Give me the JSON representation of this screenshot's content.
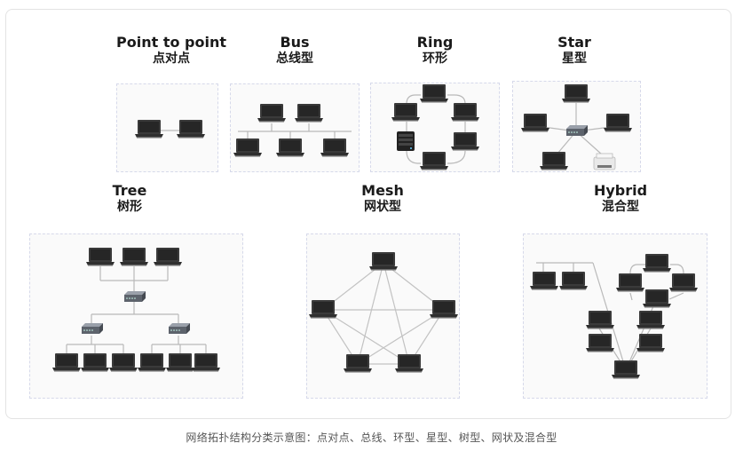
{
  "topologies": [
    {
      "key": "p2p",
      "en": "Point to point",
      "cn": "点对点"
    },
    {
      "key": "bus",
      "en": "Bus",
      "cn": "总线型"
    },
    {
      "key": "ring",
      "en": "Ring",
      "cn": "环形"
    },
    {
      "key": "star",
      "en": "Star",
      "cn": "星型"
    },
    {
      "key": "tree",
      "en": "Tree",
      "cn": "树形"
    },
    {
      "key": "mesh",
      "en": "Mesh",
      "cn": "网状型"
    },
    {
      "key": "hybrid",
      "en": "Hybrid",
      "cn": "混合型"
    }
  ],
  "caption": "网络拓扑结构分类示意图：点对点、总线、环型、星型、树型、网状及混合型",
  "colors": {
    "laptop_body": "#3a3a3a",
    "laptop_screen": "#2b2b2b",
    "link": "#b9b9b9",
    "switch": "#6b7078",
    "panel_border": "#d6d9ea"
  },
  "icons": [
    "laptop-icon",
    "switch-icon",
    "server-icon",
    "printer-icon"
  ]
}
